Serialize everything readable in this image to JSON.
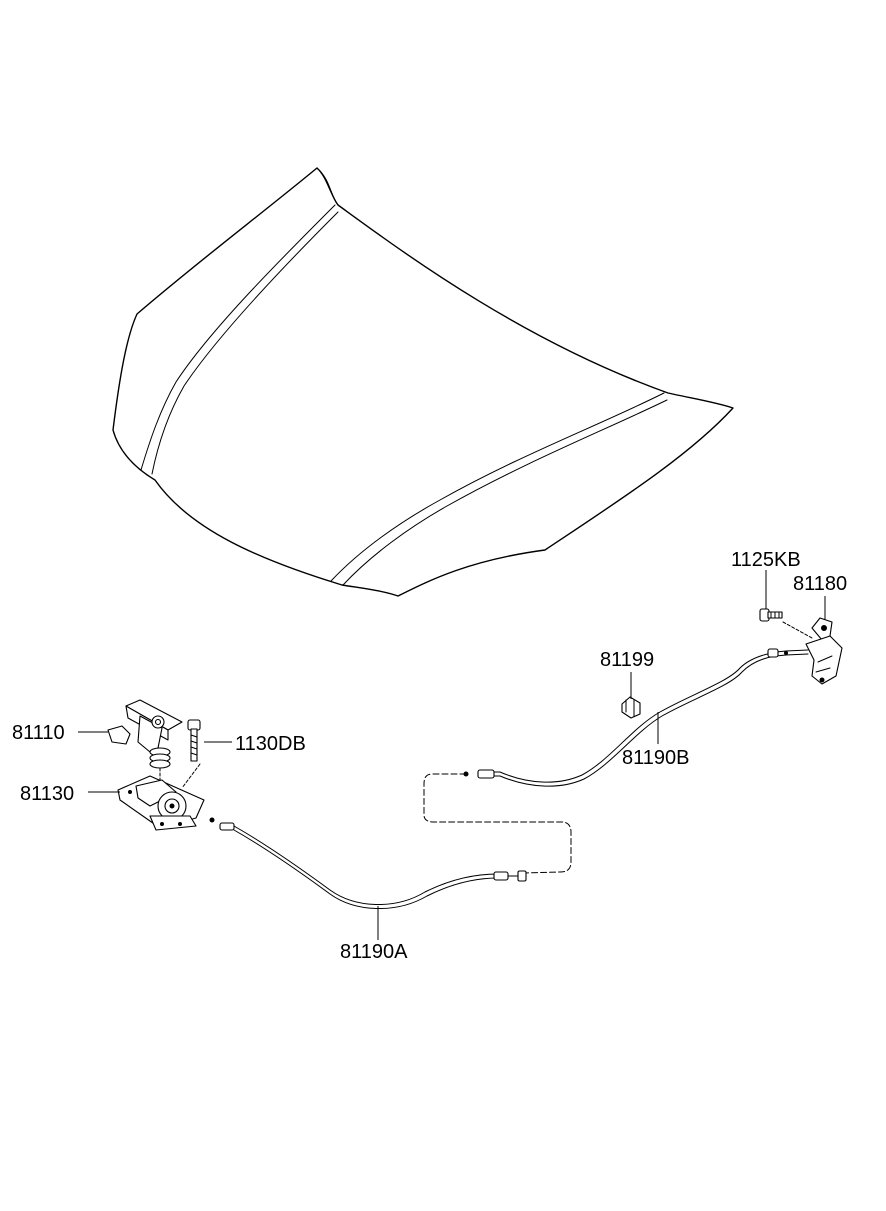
{
  "colors": {
    "line": "#000000",
    "background": "#ffffff"
  },
  "labels": {
    "p1125KB": "1125KB",
    "p81180": "81180",
    "p81199": "81199",
    "p81190B": "81190B",
    "p81110": "81110",
    "p1130DB": "1130DB",
    "p81130": "81130",
    "p81190A": "81190A"
  }
}
